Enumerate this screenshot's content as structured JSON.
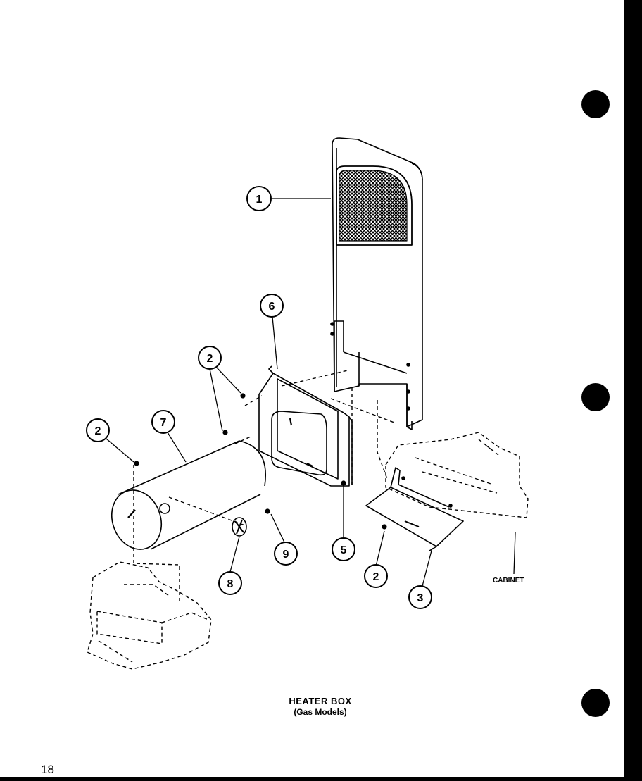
{
  "diagram": {
    "title": "HEATER BOX",
    "subtitle": "(Gas Models)",
    "page_number": "18",
    "cabinet_label": "CABINET",
    "callouts": [
      "1",
      "6",
      "2",
      "7",
      "2",
      "9",
      "8",
      "5",
      "2",
      "3"
    ]
  },
  "colors": {
    "ink": "#000000",
    "paper": "#ffffff"
  }
}
